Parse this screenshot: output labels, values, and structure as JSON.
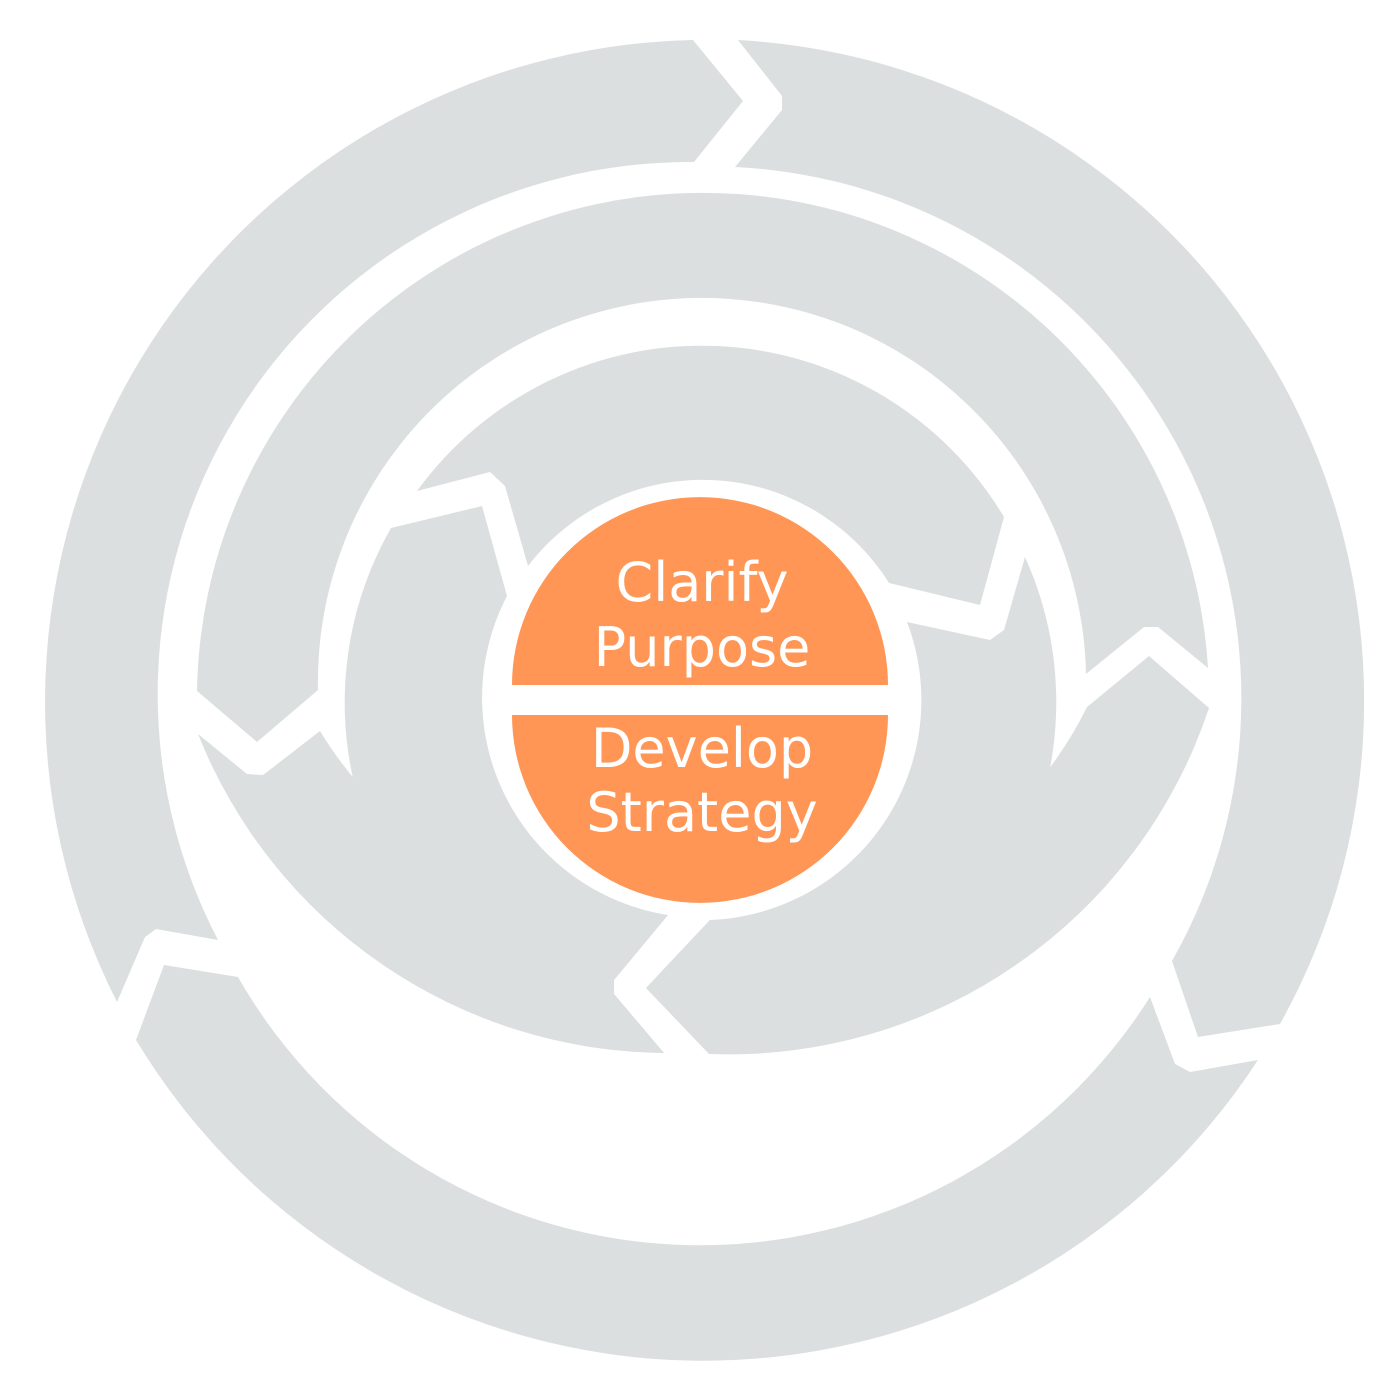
{
  "colors": {
    "background": "#ffffff",
    "ring_fill": "#dcdfe0",
    "core_fill": "#ff9655",
    "divider": "#ffffff",
    "label_text": "#ffffff"
  },
  "diagram": {
    "rings": [
      {
        "name": "outer-ring",
        "segments": 3
      },
      {
        "name": "middle-ring",
        "segments": 3
      },
      {
        "name": "inner-ring",
        "segments": 3
      }
    ],
    "core": {
      "top_label_line1": "Clarify",
      "top_label_line2": "Purpose",
      "bottom_label_line1": "Develop",
      "bottom_label_line2": "Strategy"
    }
  }
}
